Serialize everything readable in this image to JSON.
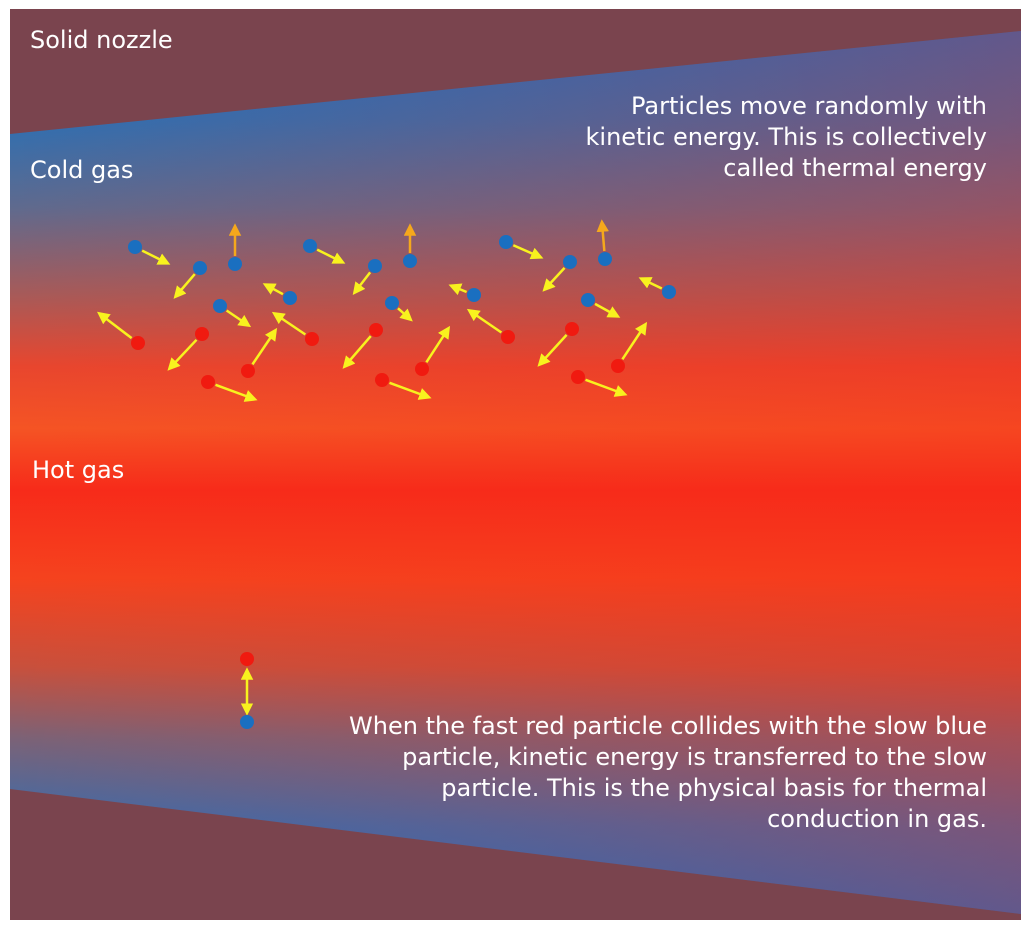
{
  "labels": {
    "solid_nozzle": "Solid nozzle",
    "cold_gas": "Cold  gas",
    "hot_gas": "Hot gas",
    "random_motion": [
      "Particles move randomly with",
      "kinetic energy. This is collectively",
      "called thermal energy"
    ],
    "collision": [
      "When the fast red particle collides with the slow blue",
      "particle, kinetic energy is transferred to the slow",
      "particle. This is the physical basis for thermal",
      "conduction in gas."
    ]
  },
  "colors": {
    "nozzle_wall": "#7a444e",
    "cold_gas": "#1270c8",
    "hot_gas": "#f72b1a",
    "hot_gas_warm": "#f4521c",
    "cold_particle": "#1a6fc0",
    "hot_particle": "#f01a10",
    "slow_arrow": "#f5a81c",
    "fast_arrow": "#f8f21e",
    "text": "#ffffff"
  }
}
